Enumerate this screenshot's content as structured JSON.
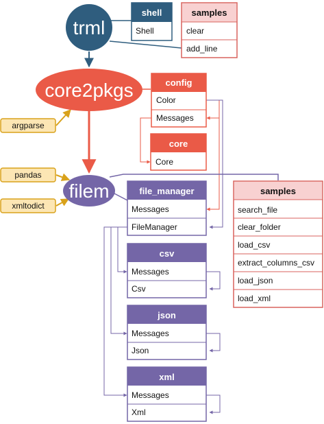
{
  "colors": {
    "navy": "#2f5d7e",
    "red": "#ea5a47",
    "purple": "#7466a7",
    "pink_fill": "#f8d1d1",
    "pink_border": "#d9625d",
    "gold_fill": "#fce6b4",
    "gold_border": "#d9a21b"
  },
  "nodes": {
    "trml": "trml",
    "core2pkgs": "core2pkgs",
    "filem": "filem"
  },
  "externals": {
    "argparse": "argparse",
    "pandas": "pandas",
    "xmltodict": "xmltodict"
  },
  "boxes": {
    "shell": {
      "title": "shell",
      "rows": [
        "Shell"
      ]
    },
    "samples_trml": {
      "title": "samples",
      "rows": [
        "clear",
        "add_line"
      ]
    },
    "config": {
      "title": "config",
      "rows": [
        "Color",
        "Messages"
      ]
    },
    "core": {
      "title": "core",
      "rows": [
        "Core"
      ]
    },
    "file_manager": {
      "title": "file_manager",
      "rows": [
        "Messages",
        "FileManager"
      ]
    },
    "csv": {
      "title": "csv",
      "rows": [
        "Messages",
        "Csv"
      ]
    },
    "json": {
      "title": "json",
      "rows": [
        "Messages",
        "Json"
      ]
    },
    "xml": {
      "title": "xml",
      "rows": [
        "Messages",
        "Xml"
      ]
    },
    "samples_filem": {
      "title": "samples",
      "rows": [
        "search_file",
        "clear_folder",
        "load_csv",
        "extract_columns_csv",
        "load_json",
        "load_xml"
      ]
    }
  }
}
